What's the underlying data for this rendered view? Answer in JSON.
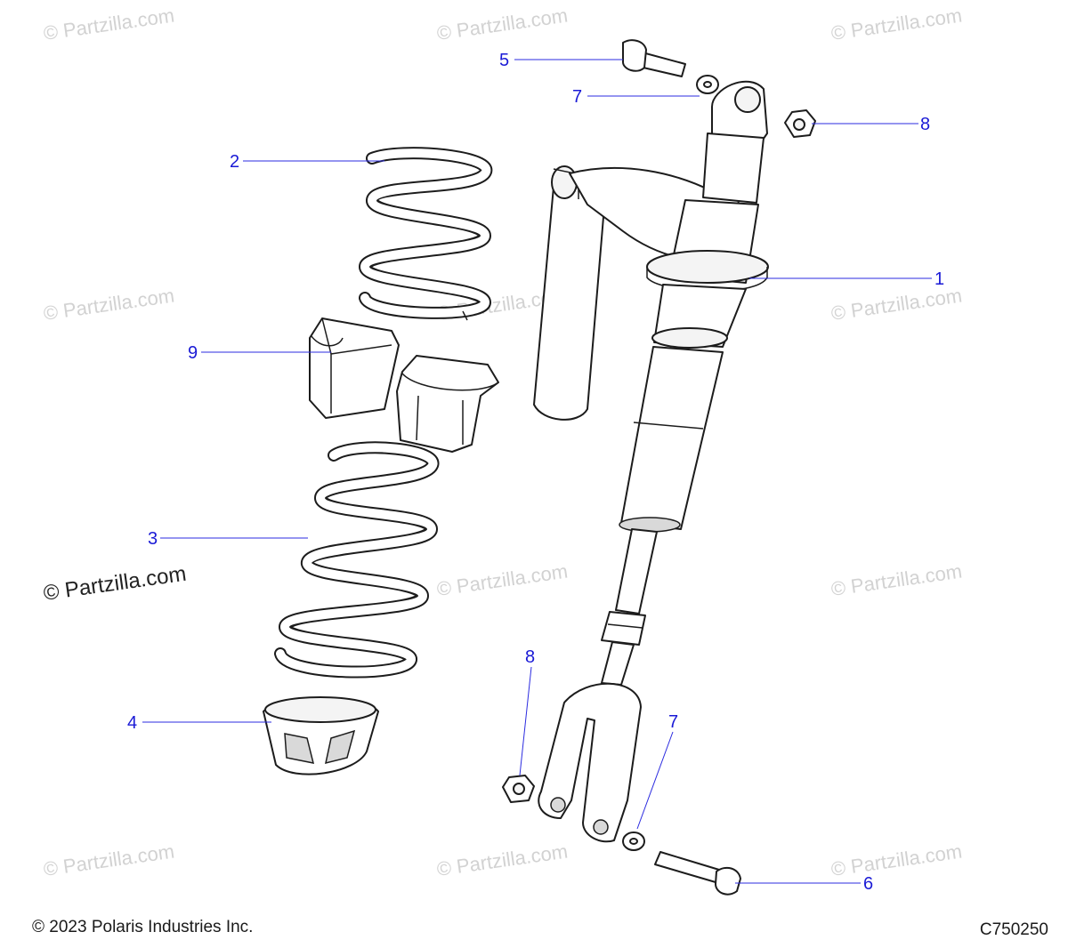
{
  "watermark": {
    "text": "© Partzilla.com"
  },
  "callouts": {
    "c1": "1",
    "c2": "2",
    "c3": "3",
    "c4": "4",
    "c5": "5",
    "c6": "6",
    "c7a": "7",
    "c7b": "7",
    "c8a": "8",
    "c8b": "8",
    "c9": "9"
  },
  "footer": {
    "copyright": "© 2023 Polaris Industries Inc.",
    "drawing_id": "C750250"
  },
  "colors": {
    "callout": "#1a1ad6",
    "watermark": "#d2d2d2",
    "line": "#1c1c1c"
  }
}
